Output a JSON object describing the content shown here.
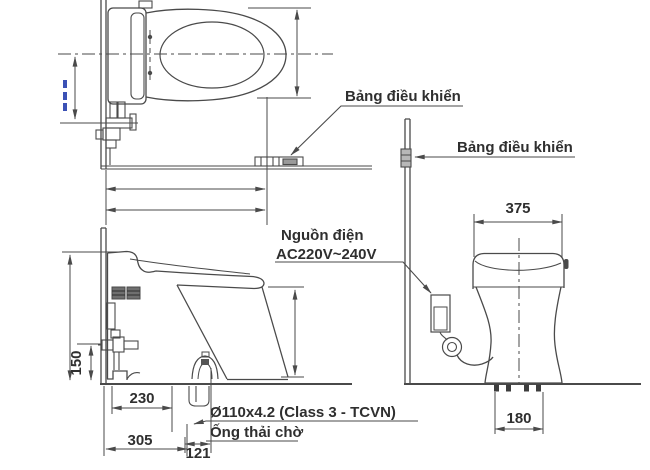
{
  "diagram": {
    "labels": {
      "control_panel_plan": "Bảng điều khiển",
      "control_panel_front": "Bảng điều khiển",
      "power_supply_line1": "Nguồn điện",
      "power_supply_line2": "AC220V~240V",
      "drain_pipe_spec": "Ø110x4.2 (Class 3 - TCVN)",
      "drain_pipe_wait": "Ống thải chờ"
    },
    "dimensions": {
      "seat_width": "375",
      "base_width": "180",
      "valve_height": "150",
      "rough_in_230": "230",
      "rough_in_305": "305",
      "offset_121": "121"
    },
    "colors": {
      "line": "#4a4a4a",
      "text": "#2f2f2f",
      "accent_blue": "#3b51b5",
      "background": "#ffffff"
    }
  }
}
